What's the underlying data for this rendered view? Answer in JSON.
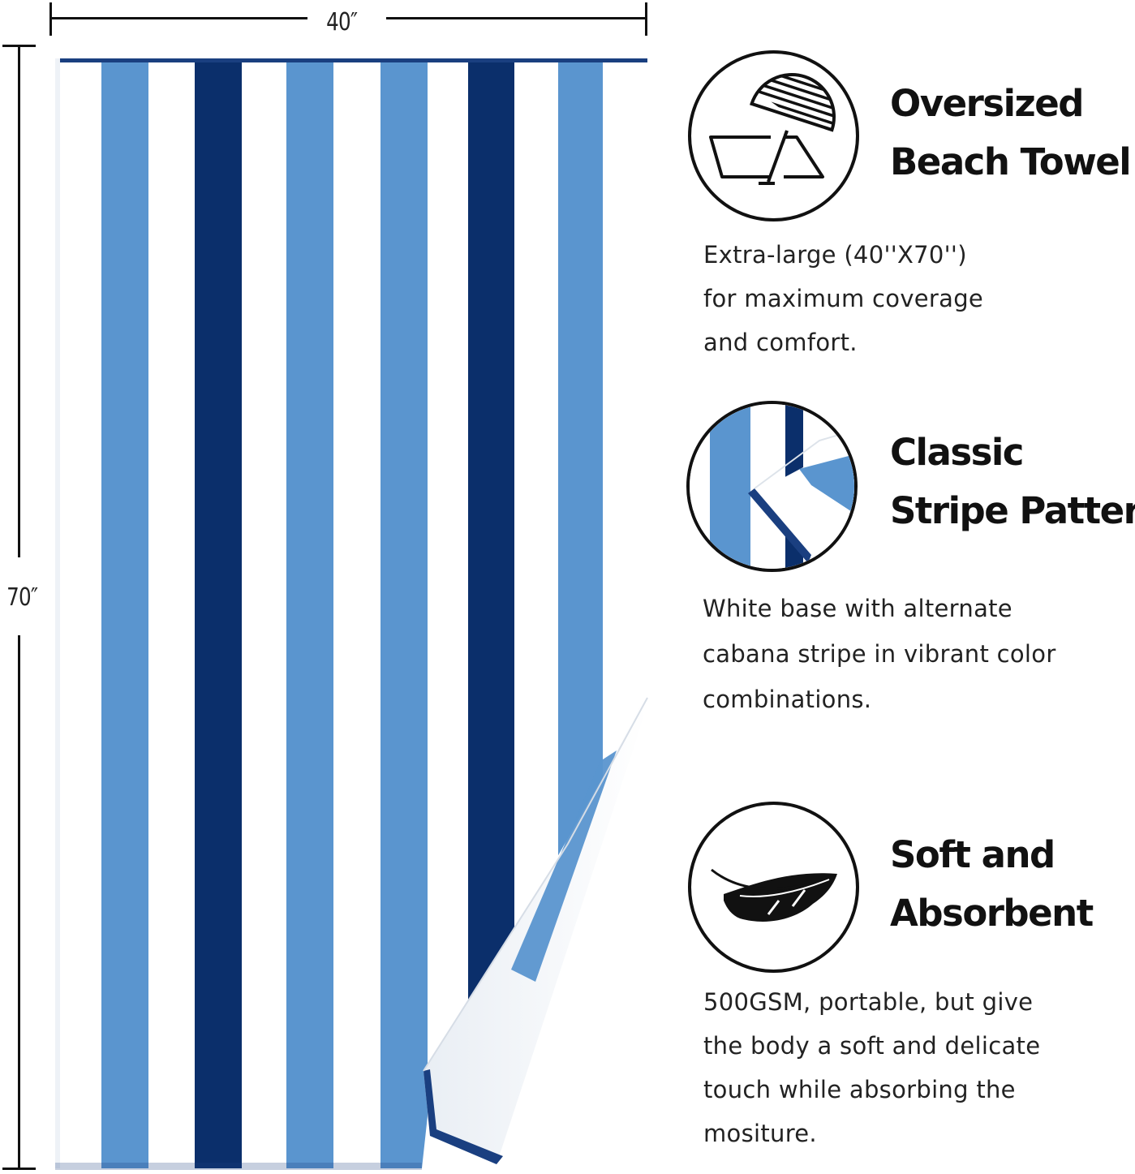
{
  "dimensions": {
    "width_label": "40″",
    "height_label": "70″"
  },
  "towel": {
    "colors": {
      "white": "#ffffff",
      "light_blue": "#5a95cf",
      "navy": "#0b2f6b",
      "border": "#1a3f80"
    }
  },
  "features": [
    {
      "icon": "beach-umbrella-icon",
      "title_lines": [
        "Oversized",
        "Beach Towel"
      ],
      "desc_lines": [
        "Extra-large (40''X70'')",
        "for maximum coverage",
        "and comfort."
      ]
    },
    {
      "icon": "stripe-pattern-icon",
      "title_lines": [
        "Classic",
        "Stripe Pattern"
      ],
      "desc_lines": [
        "White base with alternate",
        "cabana stripe in vibrant color",
        "combinations."
      ]
    },
    {
      "icon": "feather-icon",
      "title_lines": [
        "Soft and",
        "Absorbent"
      ],
      "desc_lines": [
        "500GSM, portable, but give",
        "the body a soft and delicate",
        "touch while absorbing the",
        "mositure."
      ]
    }
  ]
}
